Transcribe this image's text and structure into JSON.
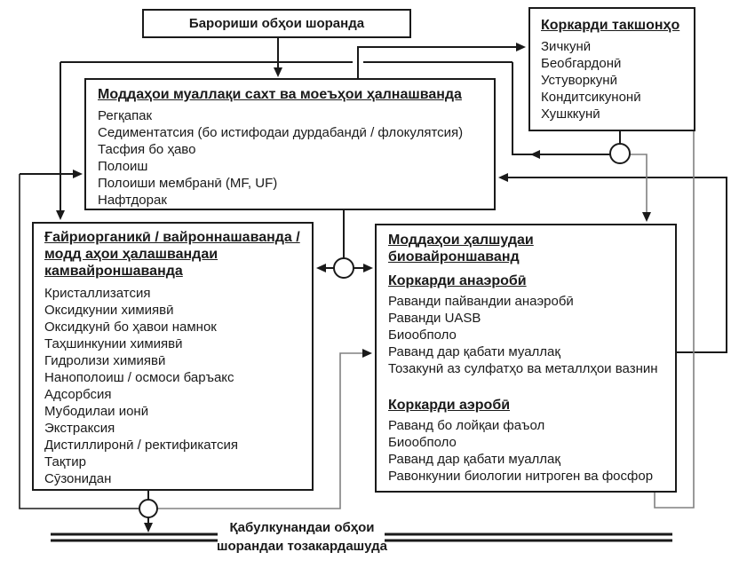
{
  "top_box": {
    "label": "Барориши обҳои шоранда"
  },
  "sludge_box": {
    "title": "Коркарди такшонҳо",
    "items": [
      "Зичкунӣ",
      "Беобгардонӣ",
      "Устуворкунӣ",
      "Кондитсикунонӣ",
      "Хушккунӣ"
    ]
  },
  "middle_box": {
    "title": "Моддаҳои муаллақи сахт ва моеъҳои ҳалнашванда",
    "items": [
      "Регқапак",
      "Седиментатсия (бо истифодаи дурдабандӣ / флокулятсия)",
      "Тасфия бо ҳаво",
      "Полоиш",
      "Полоиши мембранӣ (MF, UF)",
      "Нафтдорак"
    ]
  },
  "left_box": {
    "title_lines": [
      "Ғайриорганикӣ / вайроннашаванда /",
      "модд аҳои ҳалашвандаи",
      "камвайроншаванда"
    ],
    "items": [
      "Кристаллизатсия",
      "Оксидкунии химиявӣ",
      "Оксидкунӣ бо ҳавои намнок",
      "Таҳшинкунии химиявӣ",
      "Гидролизи химиявӣ",
      "Нанополоиш / осмоси баръакс",
      "Адсорбсия",
      "Мубодилаи ионӣ",
      "Экстраксия",
      "Дистиллиронӣ / ректификатсия",
      "Тақтир",
      "Сӯзонидан"
    ]
  },
  "right_box": {
    "title": "Моддаҳои ҳалшудаи биовайроншаванд",
    "anaerobic": {
      "title": "Коркарди анаэробӣ",
      "items": [
        "Раванди пайвандии анаэробӣ",
        "Раванди UASB",
        "Биообполо",
        "Раванд дар қабати муаллақ",
        "Тозакунӣ аз сулфатҳо ва металлҳои вазнин"
      ]
    },
    "aerobic": {
      "title": "Коркарди аэробӣ",
      "items": [
        "Раванд бо лойқаи фаъол",
        "Биообполо",
        "Раванд дар қабати муаллақ",
        "Равонкунии биологии нитроген ва фосфор"
      ]
    }
  },
  "receiver": {
    "line1": "Қабулкунандаи обҳои",
    "line2": "шорандаи тозакардашуда"
  },
  "colors": {
    "line": "#1a1a1a",
    "secondary_line": "#808080",
    "background": "#ffffff",
    "text": "#1a1a1a"
  }
}
